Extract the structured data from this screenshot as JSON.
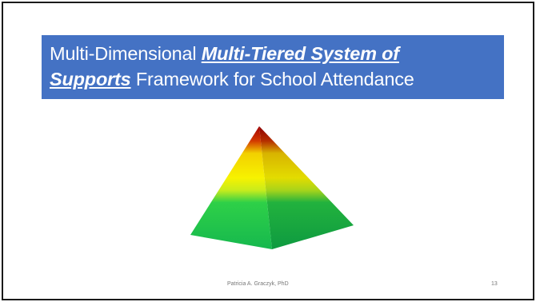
{
  "slide": {
    "title": {
      "part1": "Multi-Dimensional ",
      "emphasis_line1": "Multi-Tiered System of",
      "emphasis_line2": "Supports",
      "part2": " Framework for School Attendance"
    },
    "footer": "Patricia A. Graczyk, PhD",
    "page_number": "13"
  },
  "colors": {
    "title_bg": "#4472c4",
    "title_text": "#ffffff",
    "tier_red": "#c00000",
    "tier_yellow": "#ffff00",
    "tier_green": "#00b050"
  }
}
